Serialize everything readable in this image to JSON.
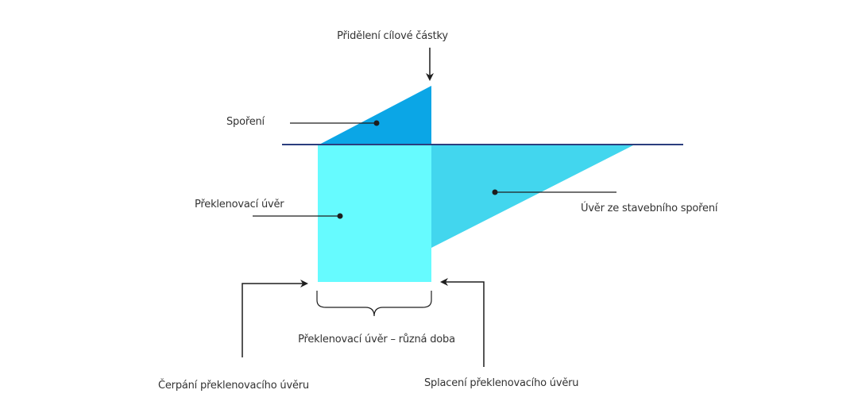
{
  "colors": {
    "savings": "#0ba6e6",
    "bridging_loan": "#66fbff",
    "building_savings_loan": "#42d6ee",
    "axis_line": "#2b3e7e",
    "leader": "#1e1e1e",
    "text": "#333333"
  },
  "labels": {
    "target_amount_allocation": "Přidělení cílové částky",
    "savings": "Spoření",
    "bridging_loan": "Překlenovací úvěr",
    "building_savings_loan": "Úvěr ze stavebního spoření",
    "bridging_loan_duration": "Překlenovací úvěr – různá doba",
    "bridging_loan_drawdown": "Čerpání překlenovacího úvěru",
    "bridging_loan_repayment": "Splacení překlenovacího úvěru"
  }
}
